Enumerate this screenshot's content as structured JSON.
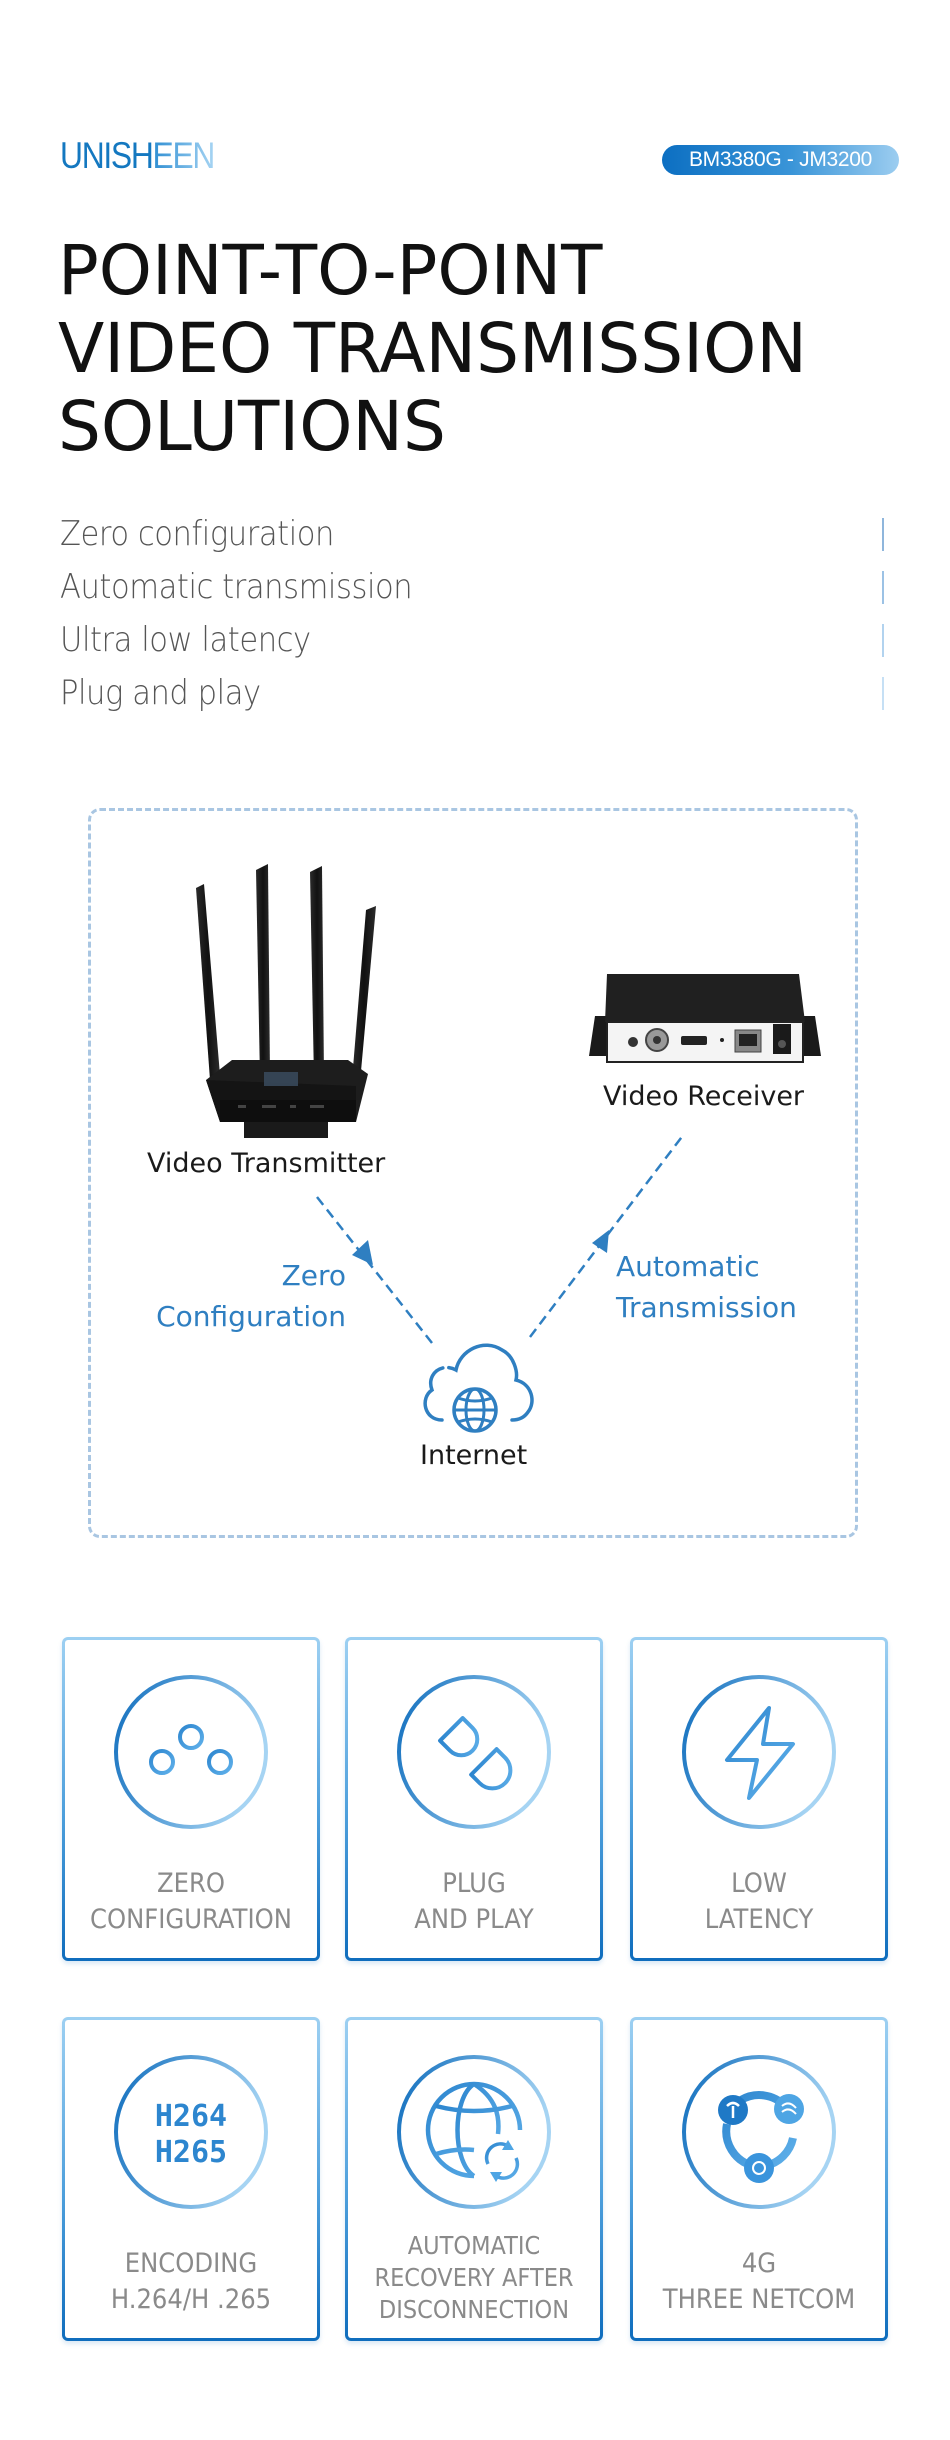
{
  "header": {
    "logo_primary": "UNISH",
    "logo_secondary": "EEN",
    "model_badge": "BM3380G - JM3200"
  },
  "headline": {
    "lines": [
      "POINT-TO-POINT",
      "VIDEO TRANSMISSION",
      "SOLUTIONS"
    ]
  },
  "features": [
    {
      "label": "Zero configuration"
    },
    {
      "label": "Automatic transmission"
    },
    {
      "label": "Ultra low latency"
    },
    {
      "label": "Plug and play"
    }
  ],
  "diagram": {
    "transmitter_label": "Video Transmitter",
    "receiver_label": "Video Receiver",
    "internet_label": "Internet",
    "left_flow": [
      "Zero",
      "Configuration"
    ],
    "right_flow": [
      "Automatic",
      "Transmission"
    ]
  },
  "cards": [
    {
      "icon": "sliders-icon",
      "lines": [
        "ZERO",
        "CONFIGURATION"
      ]
    },
    {
      "icon": "plug-icon",
      "lines": [
        "PLUG",
        "AND PLAY"
      ]
    },
    {
      "icon": "lightning-icon",
      "lines": [
        "LOW",
        "LATENCY"
      ]
    },
    {
      "icon": "codec-icon",
      "icon_text": [
        "H264",
        "H265"
      ],
      "lines": [
        "ENCODING",
        "H.264/H .265"
      ]
    },
    {
      "icon": "globe-refresh-icon",
      "lines": [
        "AUTOMATIC",
        "RECOVERY AFTER",
        "DISCONNECTION"
      ]
    },
    {
      "icon": "carriers-icon",
      "lines": [
        "4G",
        "THREE NETCOM"
      ]
    }
  ],
  "colors": {
    "brand_blue": "#1478c0",
    "light_blue": "#9ccdf0",
    "diagram_blue": "#2f7fc1",
    "dash_border": "#a9c6e2",
    "card_text": "#8a8a8a"
  }
}
